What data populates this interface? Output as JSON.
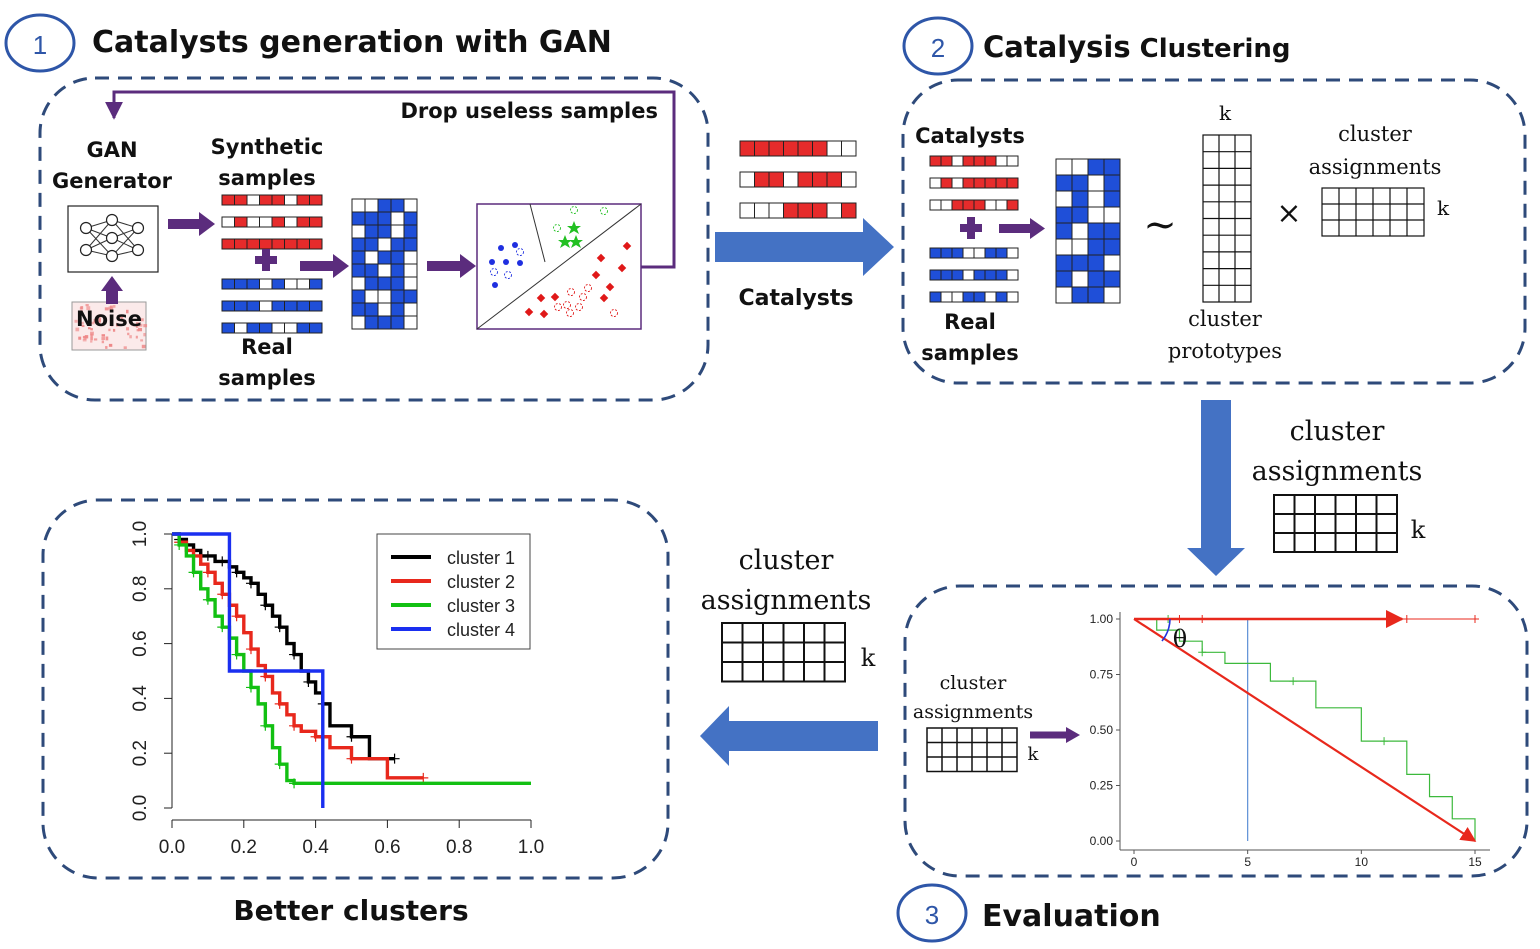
{
  "steps": [
    {
      "number": "1",
      "title": "Catalysts generation with GAN"
    },
    {
      "number": "2",
      "title_main": "Catalysis",
      "title_rest": " Clustering"
    },
    {
      "number": "3",
      "title": "Evaluation"
    }
  ],
  "panel1": {
    "drop_label": "Drop useless samples",
    "gan_line1": "GAN",
    "gan_line2": "Generator",
    "noise_label": "Noise",
    "synthetic_line1": "Synthetic",
    "synthetic_line2": "samples",
    "real_line1": "Real",
    "real_line2": "samples"
  },
  "catalysts_arrow_label": "Catalysts",
  "panel2": {
    "catalysts_label": "Catalysts",
    "real_line1": "Real",
    "real_line2": "samples",
    "k_top": "k",
    "assign_line1": "cluster",
    "assign_line2": "assignments",
    "k_right": "k",
    "proto_line1": "cluster",
    "proto_line2": "prototypes",
    "similar_symbol": "~",
    "times_symbol": "×"
  },
  "flow_assign_right": {
    "line1": "cluster",
    "line2": "assignments",
    "k": "k"
  },
  "flow_assign_left": {
    "line1": "cluster",
    "line2": "assignments",
    "k": "k"
  },
  "panel3": {
    "assign_line1": "cluster",
    "assign_line2": "assignments",
    "k": "k",
    "theta": "θ"
  },
  "better_clusters_label": "Better clusters",
  "chart_data": [
    {
      "type": "line",
      "title": "",
      "xlabel": "",
      "ylabel": "",
      "xlim": [
        0,
        1.0
      ],
      "ylim": [
        0,
        1.0
      ],
      "x_ticks": [
        "0.0",
        "0.2",
        "0.4",
        "0.6",
        "0.8",
        "1.0"
      ],
      "y_ticks": [
        "0.0",
        "0.2",
        "0.4",
        "0.6",
        "0.8",
        "1.0"
      ],
      "legend_position": "top-right",
      "series": [
        {
          "name": "cluster 1",
          "color": "#000000",
          "x": [
            0,
            0.02,
            0.04,
            0.06,
            0.08,
            0.1,
            0.12,
            0.14,
            0.16,
            0.18,
            0.2,
            0.22,
            0.24,
            0.26,
            0.28,
            0.3,
            0.32,
            0.34,
            0.36,
            0.38,
            0.4,
            0.42,
            0.44,
            0.5,
            0.55,
            0.62
          ],
          "y": [
            1.0,
            0.98,
            0.96,
            0.94,
            0.92,
            0.92,
            0.9,
            0.9,
            0.88,
            0.86,
            0.84,
            0.82,
            0.78,
            0.74,
            0.7,
            0.66,
            0.6,
            0.56,
            0.5,
            0.46,
            0.42,
            0.38,
            0.3,
            0.26,
            0.18,
            0.18
          ]
        },
        {
          "name": "cluster 2",
          "color": "#e8281c",
          "x": [
            0,
            0.02,
            0.04,
            0.06,
            0.08,
            0.1,
            0.12,
            0.14,
            0.16,
            0.18,
            0.2,
            0.22,
            0.24,
            0.26,
            0.28,
            0.3,
            0.32,
            0.34,
            0.36,
            0.4,
            0.44,
            0.5,
            0.6,
            0.7
          ],
          "y": [
            1.0,
            0.97,
            0.94,
            0.92,
            0.89,
            0.86,
            0.82,
            0.78,
            0.74,
            0.7,
            0.64,
            0.58,
            0.52,
            0.48,
            0.42,
            0.38,
            0.34,
            0.3,
            0.28,
            0.26,
            0.22,
            0.18,
            0.11,
            0.11
          ]
        },
        {
          "name": "cluster 3",
          "color": "#12c012",
          "x": [
            0,
            0.02,
            0.04,
            0.06,
            0.08,
            0.1,
            0.12,
            0.14,
            0.16,
            0.18,
            0.2,
            0.22,
            0.24,
            0.26,
            0.28,
            0.3,
            0.32,
            0.34,
            1.0
          ],
          "y": [
            1.0,
            0.96,
            0.92,
            0.86,
            0.8,
            0.76,
            0.7,
            0.66,
            0.62,
            0.56,
            0.5,
            0.44,
            0.38,
            0.3,
            0.22,
            0.16,
            0.1,
            0.09,
            0.09
          ]
        },
        {
          "name": "cluster 4",
          "color": "#1a2ff0",
          "x": [
            0,
            0.16,
            0.16,
            0.42,
            0.42
          ],
          "y": [
            1.0,
            1.0,
            0.5,
            0.5,
            0.0
          ]
        }
      ]
    },
    {
      "type": "line",
      "title": "",
      "xlabel": "",
      "ylabel": "",
      "xlim": [
        0,
        15
      ],
      "ylim": [
        0,
        1.0
      ],
      "x_ticks": [
        "0",
        "5",
        "10",
        "15"
      ],
      "y_ticks": [
        "0.00",
        "0.25",
        "0.50",
        "0.75",
        "1.00"
      ],
      "series": [
        {
          "color": "#e8281c",
          "x": [
            0,
            15
          ],
          "y": [
            1.0,
            1.0
          ]
        },
        {
          "color": "#3cb93c",
          "x": [
            0,
            1,
            1,
            2,
            2,
            3,
            3,
            4,
            4,
            6,
            6,
            8,
            8,
            10,
            10,
            12,
            12,
            13,
            13,
            14,
            14,
            15,
            15
          ],
          "y": [
            1.0,
            1.0,
            0.95,
            0.95,
            0.9,
            0.9,
            0.85,
            0.85,
            0.8,
            0.8,
            0.72,
            0.72,
            0.6,
            0.6,
            0.45,
            0.45,
            0.3,
            0.3,
            0.2,
            0.2,
            0.1,
            0.1,
            0.0
          ]
        }
      ],
      "annotations": {
        "vline_x": 5,
        "diagonal": {
          "from": [
            0,
            1.0
          ],
          "to": [
            15,
            0.0
          ],
          "color": "#e8281c"
        }
      }
    }
  ],
  "colors": {
    "panel_border": "#2e4a7a",
    "step_circle": "#2e56a8",
    "flow_arrow": "#4472c4",
    "purple": "#5b2c7d",
    "matrix_red": "#e62b2b",
    "matrix_blue": "#1f4fd8"
  }
}
